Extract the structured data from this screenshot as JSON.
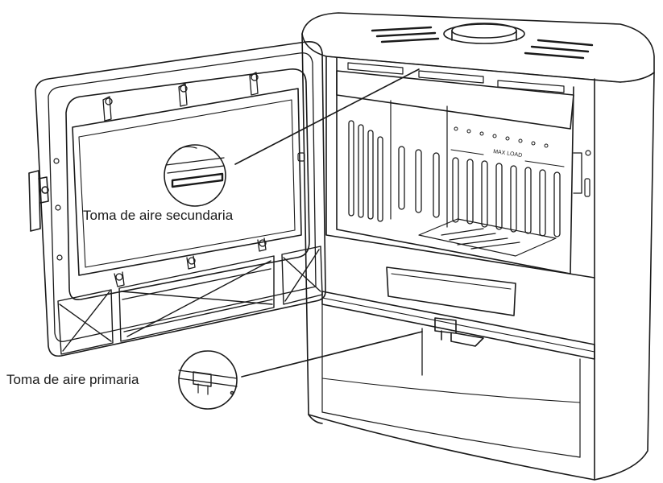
{
  "labels": {
    "secondary_air": "Toma de aire secundaria",
    "primary_air": "Toma de aire primaria",
    "max_load": "MAX LOAD"
  },
  "colors": {
    "line": "#1a1a1a",
    "background": "#ffffff"
  }
}
